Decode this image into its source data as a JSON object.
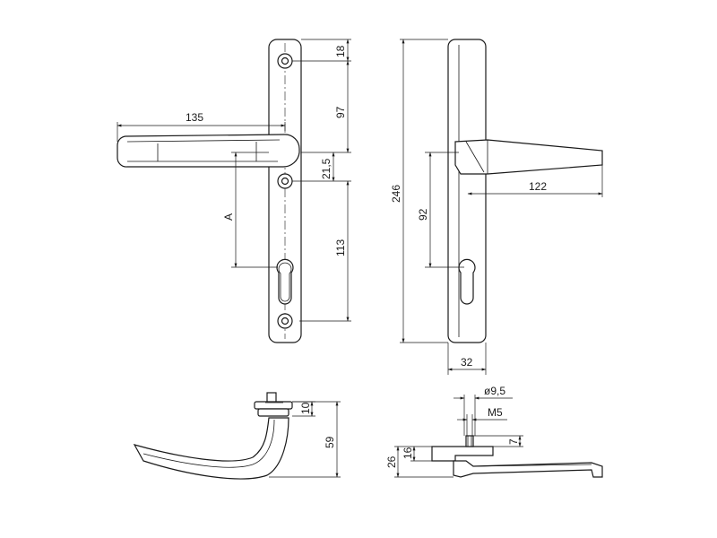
{
  "front_view": {
    "handle_length": "135",
    "top_screw_offset": "18",
    "screw_to_spindle": "97",
    "spindle_to_screw": "21,5",
    "screw_to_bottom_screw": "113",
    "backset_label": "A"
  },
  "side_view": {
    "plate_height": "246",
    "spindle_to_cylinder": "92",
    "handle_projection": "122",
    "plate_width": "32"
  },
  "bottom_handle_view": {
    "rose_height": "10",
    "overall_height": "59"
  },
  "bottom_plate_view": {
    "bolt_diameter": "ø9,5",
    "thread": "M5",
    "thread_length": "7",
    "plate_depth": "16",
    "total_depth": "26"
  }
}
